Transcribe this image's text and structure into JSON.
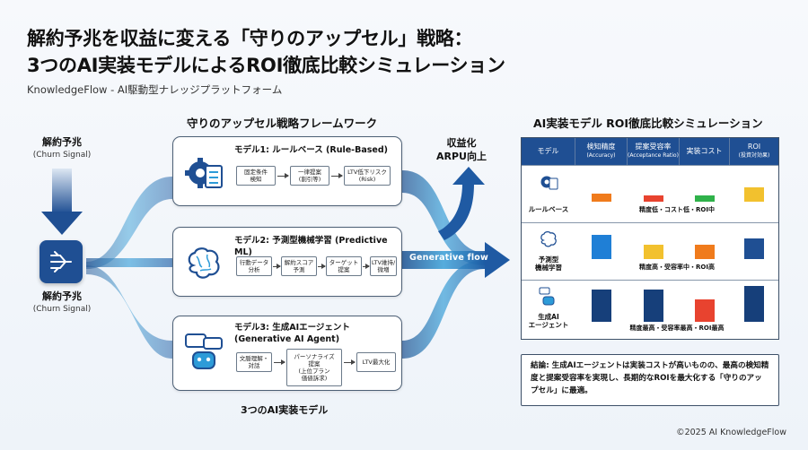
{
  "title_line1": "解約予兆を収益に変える「守りのアップセル」戦略：",
  "title_line2": "3つのAI実装モデルによるROI徹底比較シミュレーション",
  "subtitle": "KnowledgeFlow - AI駆動型ナレッジプラットフォーム",
  "framework_title": "守りのアップセル戦略フレームワーク",
  "churn_top": {
    "label": "解約予兆",
    "sub": "(Churn Signal)"
  },
  "churn_bottom": {
    "label": "解約予兆",
    "sub": "(Churn Signal)"
  },
  "models": [
    {
      "title": "モデル1: ルールベース (Rule-Based)",
      "icon": "gear-checklist-icon",
      "steps": [
        "固定条件\n検知",
        "一律提案\n(割引等)",
        "LTV低下リスク\n(Risk)"
      ]
    },
    {
      "title": "モデル2: 予測型機械学習 (Predictive ML)",
      "icon": "brain-network-icon",
      "steps": [
        "行動データ\n分析",
        "解約スコア\n予測",
        "ターゲット\n提案",
        "LTV維持/\n微増"
      ]
    },
    {
      "title": "モデル3: 生成AIエージェント\n(Generative AI Agent)",
      "icon": "chat-robot-icon",
      "steps": [
        "文脈理解・\n対話",
        "パーソナライズ\n提案\n(上位プラン\n価値訴求)",
        "LTV最大化"
      ]
    }
  ],
  "models_caption": "3つのAI実装モデル",
  "outcome": {
    "line1": "収益化",
    "line2": "ARPU向上"
  },
  "flow_label": "Generative flow",
  "roi": {
    "title": "AI実装モデル ROI徹底比較シミュレーション",
    "headers": [
      {
        "label": "モデル",
        "sub": ""
      },
      {
        "label": "検知精度",
        "sub": "(Accuracy)"
      },
      {
        "label": "提案受容率",
        "sub": "(Acceptance Ratio)"
      },
      {
        "label": "実装コスト",
        "sub": ""
      },
      {
        "label": "ROI",
        "sub": "(投資対効果)"
      }
    ],
    "rows": [
      {
        "label": "ルールベース",
        "summary": "精度低・コスト低・ROI中",
        "icon": "gear-checklist-icon"
      },
      {
        "label": "予測型\n機械学習",
        "summary": "精度高・受容率中・ROI高",
        "icon": "brain-network-icon"
      },
      {
        "label": "生成AI\nエージェント",
        "summary": "精度最高・受容率最高・ROI最高",
        "icon": "chat-robot-icon"
      }
    ]
  },
  "chart_data": {
    "type": "bar",
    "categories": [
      "検知精度",
      "提案受容率",
      "実装コスト",
      "ROI"
    ],
    "series": [
      {
        "name": "ルールベース",
        "values": [
          0.25,
          0.2,
          0.2,
          0.45
        ],
        "colors": [
          "#f07b1c",
          "#e8432f",
          "#2fb24a",
          "#f2c12e"
        ]
      },
      {
        "name": "予測型機械学習",
        "values": [
          0.75,
          0.45,
          0.45,
          0.65
        ],
        "colors": [
          "#1f7fd6",
          "#f2c12e",
          "#f07b1c",
          "#1f4f93"
        ]
      },
      {
        "name": "生成AIエージェント",
        "values": [
          0.85,
          0.85,
          0.6,
          0.95
        ],
        "colors": [
          "#163f7a",
          "#163f7a",
          "#e8432f",
          "#163f7a"
        ]
      }
    ]
  },
  "conclusion": "結論: 生成AIエージェントは実装コストが高いものの、最高の検知精度と提案受容率を実現し、長期的なROIを最大化する「守りのアップセル」に最適。",
  "copyright": "©2025 AI KnowledgeFlow"
}
